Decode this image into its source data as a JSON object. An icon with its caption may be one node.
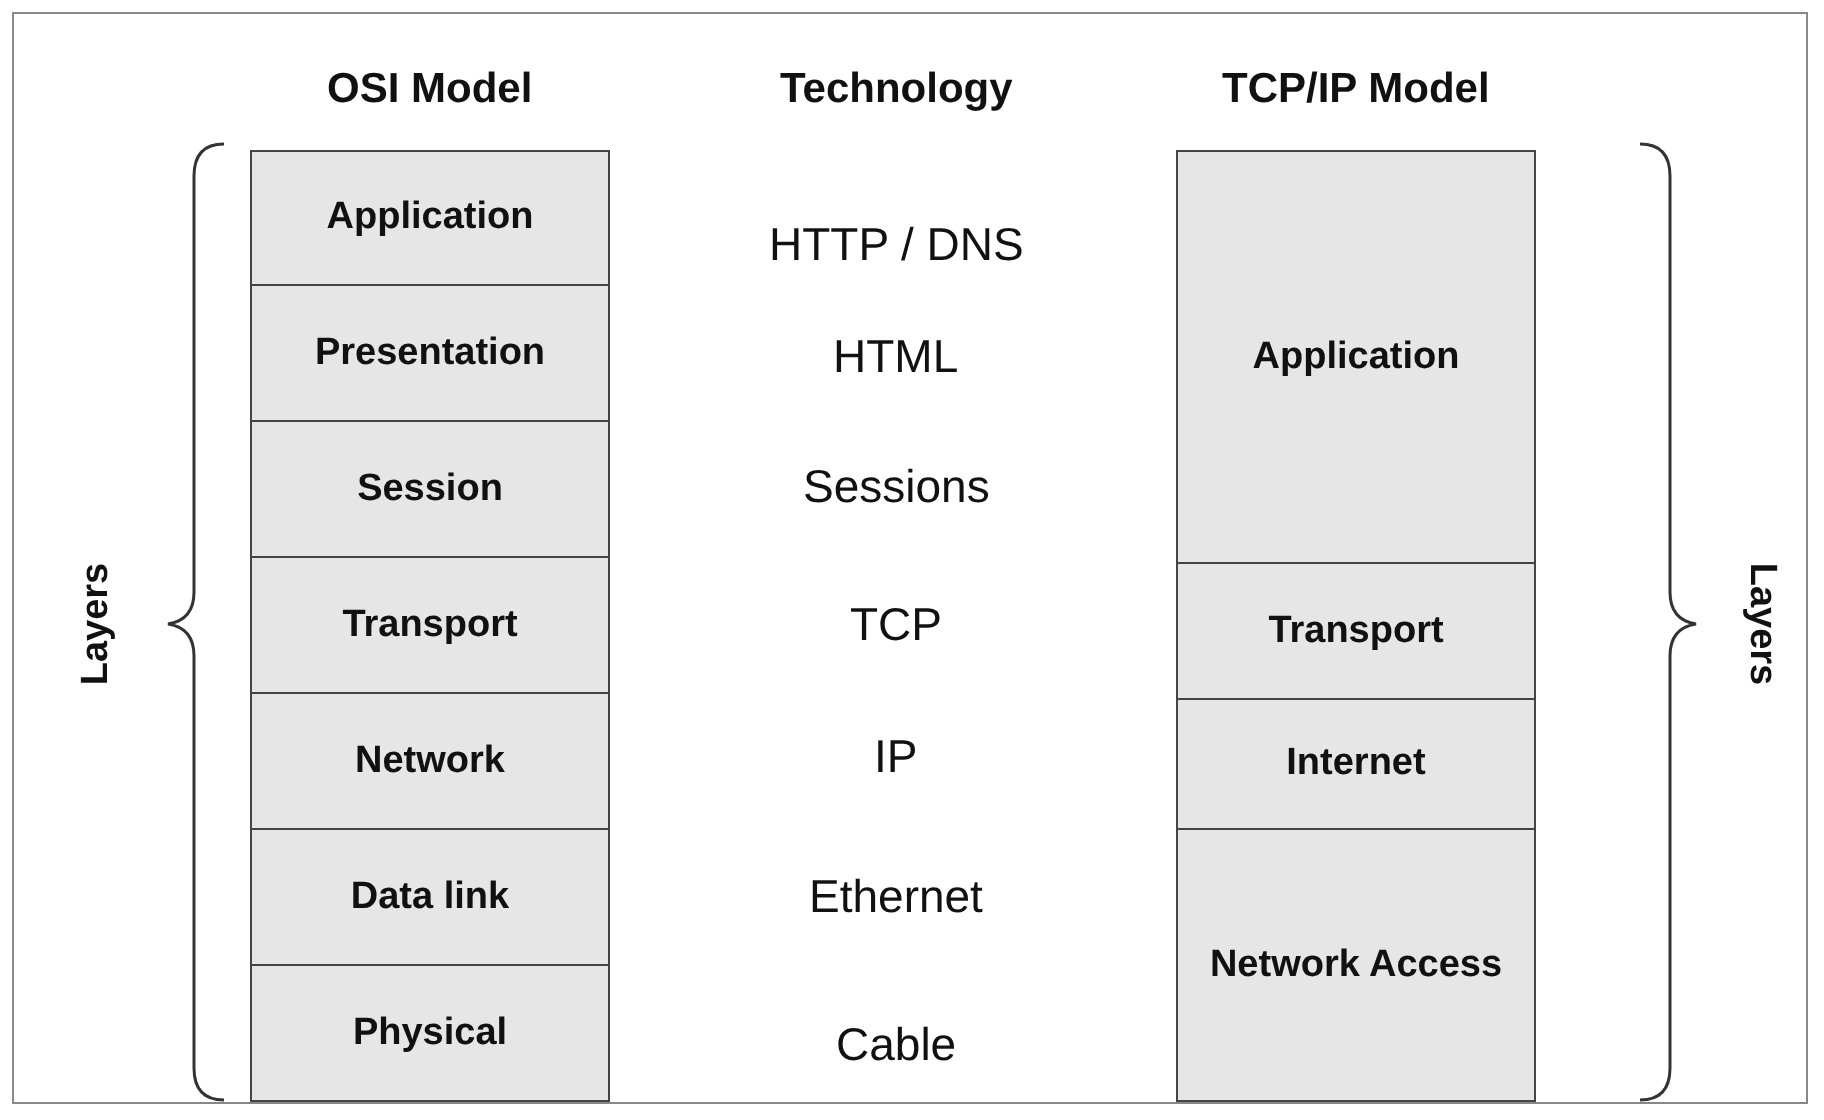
{
  "diagram": {
    "nodes": [
      {
        "text": [
          "Application"
        ]
      },
      {
        "text": [
          "Presentation"
        ]
      },
      {
        "text": [
          "Session"
        ]
      },
      {
        "text": [
          "Transport"
        ]
      },
      {
        "text": [
          "Network"
        ]
      },
      {
        "text": [
          "Data link"
        ]
      },
      {
        "text": [
          "Physical"
        ]
      },
      {
        "text": [
          "Application"
        ]
      },
      {
        "text": [
          "Transport"
        ]
      },
      {
        "text": [
          "Internet"
        ]
      },
      {
        "text": [
          "Network Access"
        ]
      }
    ],
    "edges": [],
    "labels": [
      "OSI Model",
      "Technology",
      "TCP/IP Model",
      "HTTP / DNS",
      "HTML",
      "Sessions",
      "TCP",
      "IP",
      "Ethernet",
      "Cable",
      "Layers",
      "Layers"
    ]
  }
}
